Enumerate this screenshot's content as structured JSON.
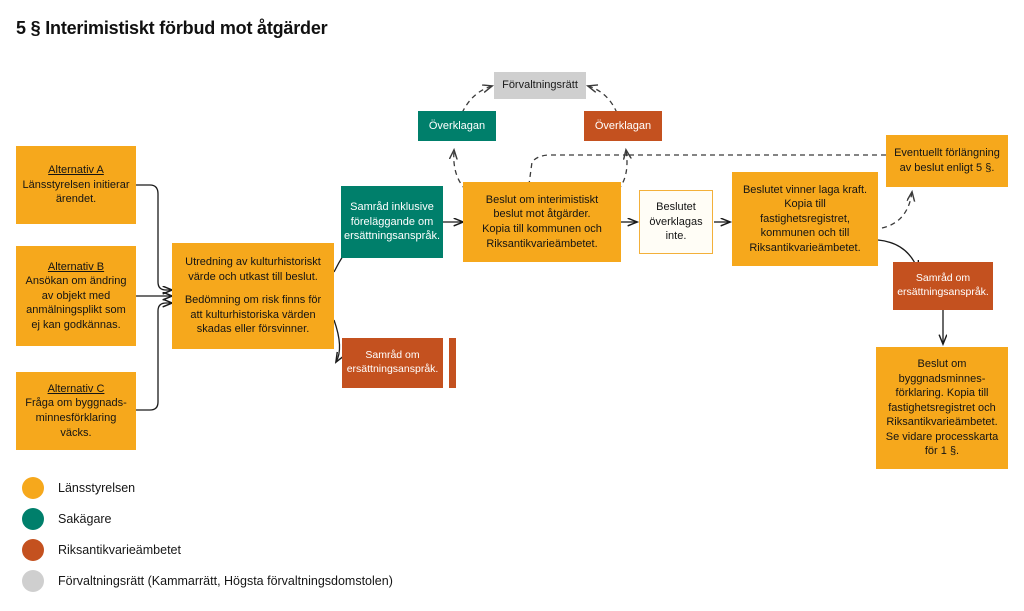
{
  "title": "5 § Interimistiskt förbud mot  åtgärder",
  "palette": {
    "lansstyrelsen": "#F6A81C",
    "sakagare": "#007F6B",
    "riksantikvarieambetet": "#C4511F",
    "forvaltningsratt": "#CFCFCF",
    "white_box_border": "#F3B03A",
    "background": "#FFFFFF",
    "text_dark": "#141414",
    "text_light": "#FFFFFF",
    "connector": "#1A1A1A"
  },
  "nodes": {
    "alternativ_a": {
      "heading": "Alternativ A",
      "body": "Länsstyrelsen initierar\närendet.",
      "actor": "lansstyrelsen"
    },
    "alternativ_b": {
      "heading": "Alternativ B",
      "body": "Ansökan om ändring\nav objekt med\nanmälningsplikt som\nej kan godkännas.",
      "actor": "lansstyrelsen"
    },
    "alternativ_c": {
      "heading": "Alternativ C",
      "body": "Fråga om byggnads-\nminnesförklaring\nväcks.",
      "actor": "lansstyrelsen"
    },
    "utredning": {
      "para1": "Utredning av kulturhistoriskt\nvärde och utkast till beslut.",
      "para2": "Bedömning om risk finns för\natt kulturhistoriska värden\nskadas eller försvinner.",
      "actor": "lansstyrelsen"
    },
    "samrad_inklusive": {
      "body": "Samråd inklusive\nföreläggande om\nersättningsanspråk.",
      "actor": "sakagare"
    },
    "samrad_ersattning_mitt": {
      "body": "Samråd om\nersättningsanspråk.",
      "actor": "riksantikvarieambetet"
    },
    "beslut_interimistiskt": {
      "body": "Beslut om interimistiskt\nbeslut mot åtgärder.\nKopia till kommunen och\nRiksantikvarieämbetet.",
      "actor": "lansstyrelsen"
    },
    "beslutet_overklagas_inte": {
      "body": "Beslutet\növerklagas\ninte.",
      "actor": "neutral"
    },
    "laga_kraft": {
      "body": "Beslutet vinner laga kraft.\nKopia till fastighetsregistret,\nkommunen och till\nRiksantikvarieämbetet.",
      "actor": "lansstyrelsen"
    },
    "overklagan_sakagare": {
      "body": "Överklagan",
      "actor": "sakagare"
    },
    "overklagan_rak": {
      "body": "Överklagan",
      "actor": "riksantikvarieambetet"
    },
    "forvaltningsratt": {
      "body": "Förvaltningsrätt",
      "actor": "forvaltningsratt"
    },
    "eventuellt_forlangning": {
      "body": "Eventuellt förlängning\nav beslut enligt 5 §.",
      "actor": "lansstyrelsen"
    },
    "samrad_ersattning_hoger": {
      "body": "Samråd om\nersättningsanspråk.",
      "actor": "riksantikvarieambetet"
    },
    "beslut_byggnadsminne": {
      "body": "Beslut om\nbyggnadsminnes-\nförklaring. Kopia till\nfastighetsregistret och\nRiksantikvarieämbetet.\nSe vidare processkarta\nför 1 §.",
      "actor": "lansstyrelsen"
    }
  },
  "legend": {
    "items": [
      {
        "color": "#F6A81C",
        "label": "Länsstyrelsen"
      },
      {
        "color": "#007F6B",
        "label": "Sakägare"
      },
      {
        "color": "#C4511F",
        "label": "Riksantikvarieämbetet"
      },
      {
        "color": "#CFCFCF",
        "label": "Förvaltningsrätt (Kammarrätt, Högsta förvaltningsdomstolen)"
      }
    ]
  }
}
